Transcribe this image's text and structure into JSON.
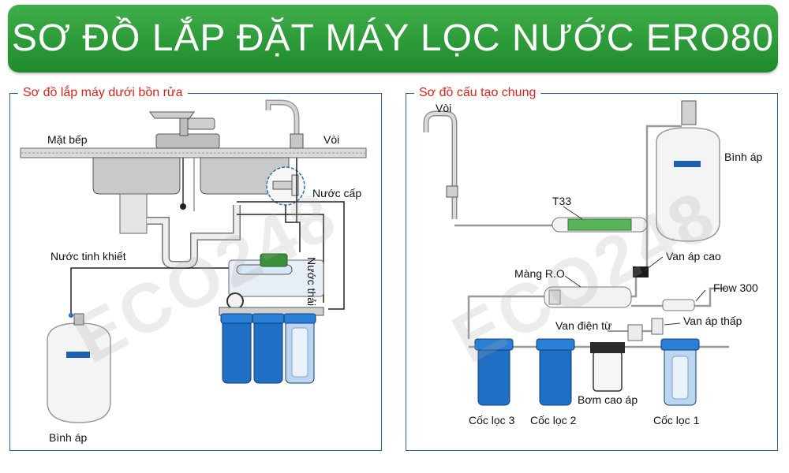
{
  "banner": {
    "title": "SƠ ĐỒ LẮP ĐẶT MÁY LỌC NƯỚC ERO80",
    "color": "#2e9e3c"
  },
  "left_panel": {
    "title": "Sơ đồ lắp máy dưới bồn rửa",
    "labels": {
      "countertop": "Mặt bếp",
      "faucet": "Vòi",
      "supply": "Nước cấp",
      "waste": "Nước thải",
      "pure": "Nước tinh khiết",
      "tank": "Bình áp"
    }
  },
  "right_panel": {
    "title": "Sơ đồ cấu tạo chung",
    "labels": {
      "faucet": "Vòi",
      "tank": "Bình áp",
      "t33": "T33",
      "high_valve": "Van áp cao",
      "membrane": "Màng R.O",
      "flow": "Flow 300",
      "solenoid": "Van điện từ",
      "low_valve": "Van áp thấp",
      "pump": "Bơm cao áp",
      "cup3": "Cốc lọc 3",
      "cup2": "Cốc lọc 2",
      "cup1": "Cốc lọc 1"
    }
  },
  "watermark": "ECO248",
  "colors": {
    "accent_red": "#e0221b",
    "frame_blue": "#2a5fa8",
    "filter_blue": "#1f6fc4"
  }
}
